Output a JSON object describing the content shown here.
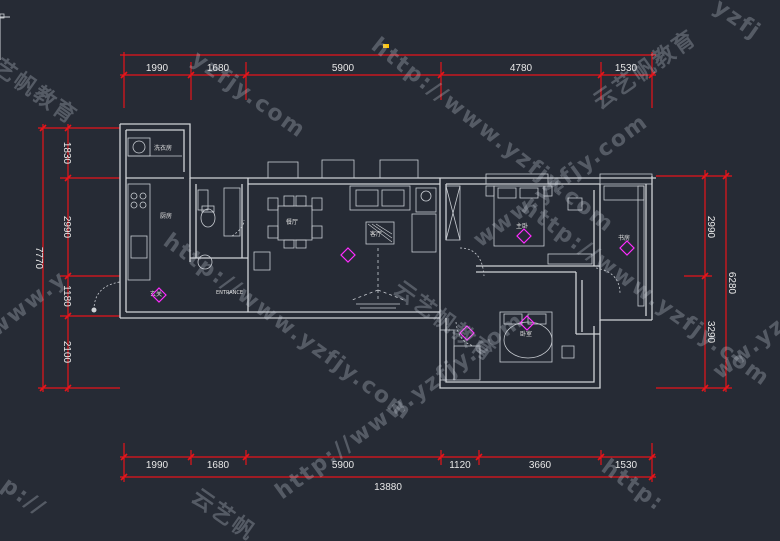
{
  "plan": {
    "top_dims": [
      "1990",
      "1680",
      "5900",
      "4780",
      "1530"
    ],
    "bottom_dims": [
      "1990",
      "1680",
      "5900",
      "1120",
      "3660",
      "1530"
    ],
    "bottom_total": "13880",
    "left_dims": [
      "1830",
      "2990",
      "1180",
      "2100"
    ],
    "left_total": "7770",
    "right_dims": [
      "2990",
      "3290"
    ],
    "right_total": "6280",
    "room_labels": {
      "laundry": "洗衣房",
      "kitchen": "厨房",
      "dining": "餐厅",
      "living": "客厅",
      "master_bedroom": "主卧",
      "bedroom2": "卧室",
      "study": "书房",
      "entry": "玄关",
      "entry_tag": "ENTRANCE"
    }
  },
  "watermarks": {
    "url": "http://www.yzfjy.com",
    "url_short": "yzfjy.com",
    "url_partial": "http://www.",
    "url_tail": "www.yzfjy.com",
    "brand": "云艺帆教育",
    "brand_short": "云艺帆",
    "brand_tail": "帆教育",
    "brand_left": "艺帆教育",
    "fragment_top_right": "yzfj",
    "fragment_right": "ww.yz",
    "fragment_bottom_left": "p://",
    "fragment_bottom_right": "http:",
    "fragment_left": "//www.y"
  },
  "colors": {
    "background": "#262b35",
    "dimension_line": "#e8141a",
    "wall": "#cfd2d6",
    "marker": "#ff2cff",
    "origin_marker": "#ffc400"
  }
}
